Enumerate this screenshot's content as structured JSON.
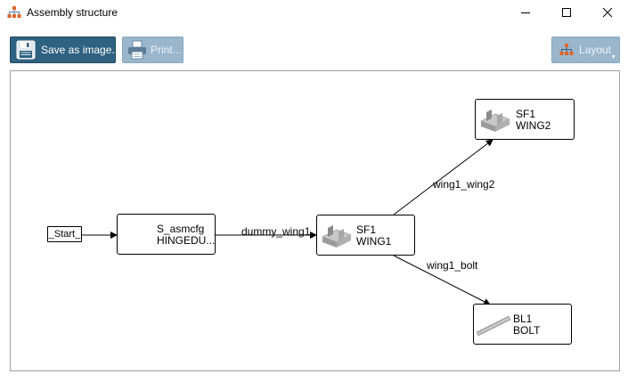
{
  "window": {
    "title": "Assembly structure",
    "icon": "hierarchy-icon"
  },
  "toolbar": {
    "save_label": "Save as image...",
    "print_label": "Print...",
    "layout_label": "Layout",
    "save_icon": "floppy-disk-icon",
    "print_icon": "printer-icon",
    "layout_icon": "hierarchy-icon"
  },
  "colors": {
    "primary_button": "#2f6180",
    "disabled_button": "#9ab6cc",
    "node_border": "#000000",
    "edge": "#000000"
  },
  "graph": {
    "nodes": {
      "start": {
        "label": "_Start_"
      },
      "asm": {
        "line1": "S_asmcfg",
        "line2": "HINGEDU..."
      },
      "wing1": {
        "line1": "SF1",
        "line2": "WING1",
        "icon": "part-bracket-icon"
      },
      "wing2": {
        "line1": "SF1",
        "line2": "WING2",
        "icon": "part-bracket-icon"
      },
      "bolt": {
        "line1": "BL1",
        "line2": "BOLT",
        "icon": "bolt-rod-icon"
      }
    },
    "edges": {
      "start_asm": {
        "label": ""
      },
      "asm_wing1": {
        "label": "dummy_wing1"
      },
      "wing1_wing2": {
        "label": "wing1_wing2"
      },
      "wing1_bolt": {
        "label": "wing1_bolt"
      }
    }
  }
}
